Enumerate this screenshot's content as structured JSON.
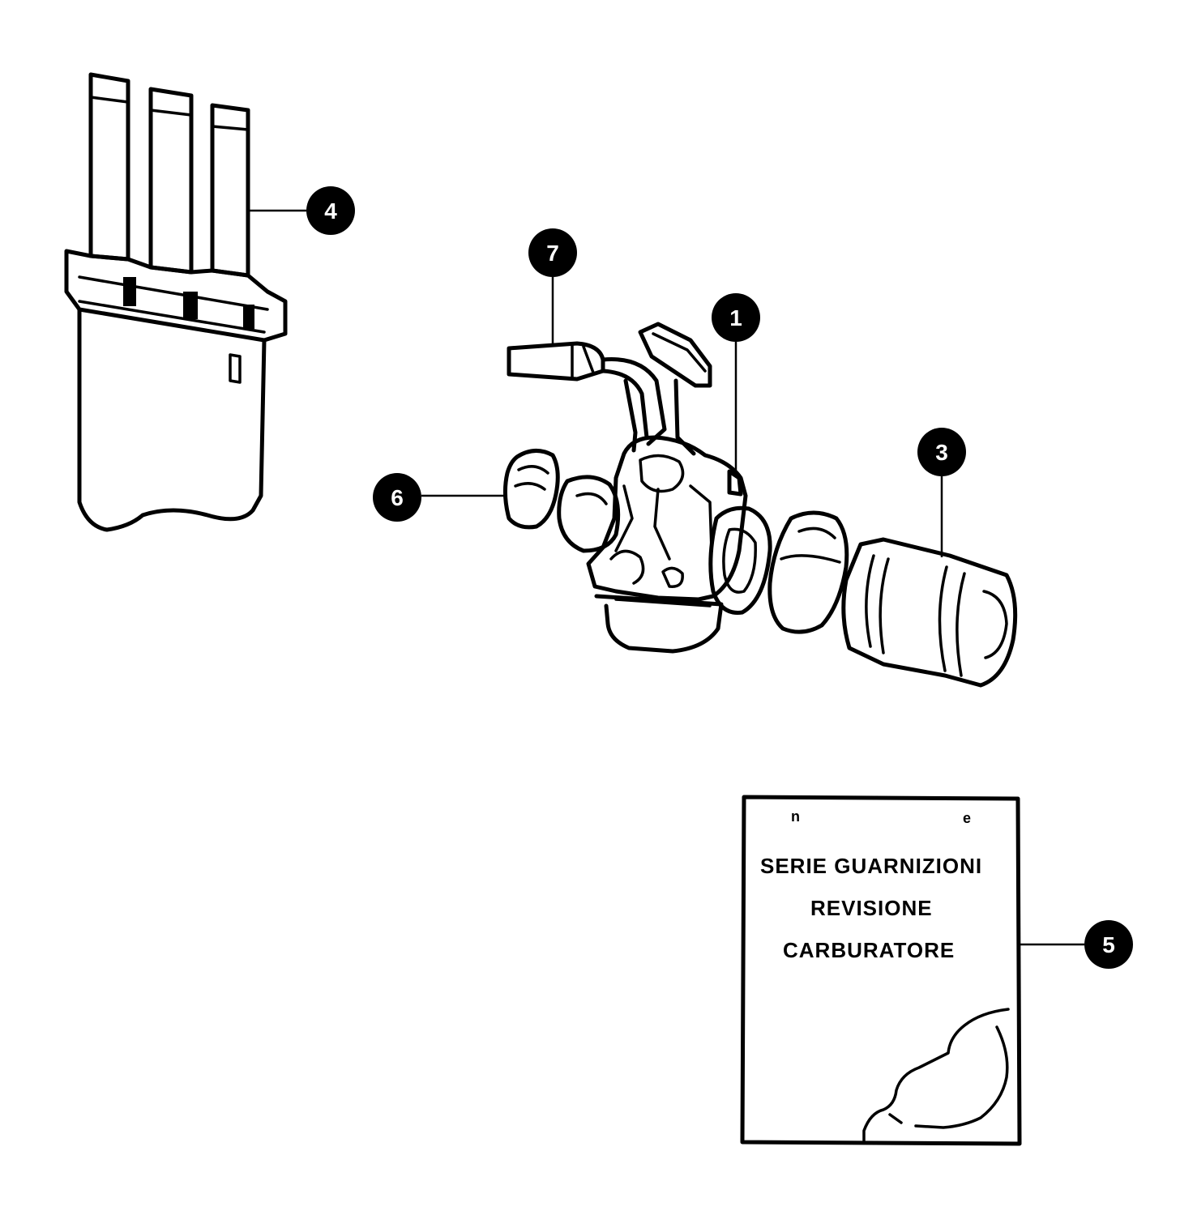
{
  "callouts": {
    "c1": "1",
    "c3": "3",
    "c4": "4",
    "c5": "5",
    "c6": "6",
    "c7": "7"
  },
  "kit_label": {
    "line1": "SERIE GUARNIZIONI",
    "line2": "REVISIONE",
    "line3": "CARBURATORE",
    "mark_left": "n",
    "mark_right": "e"
  }
}
